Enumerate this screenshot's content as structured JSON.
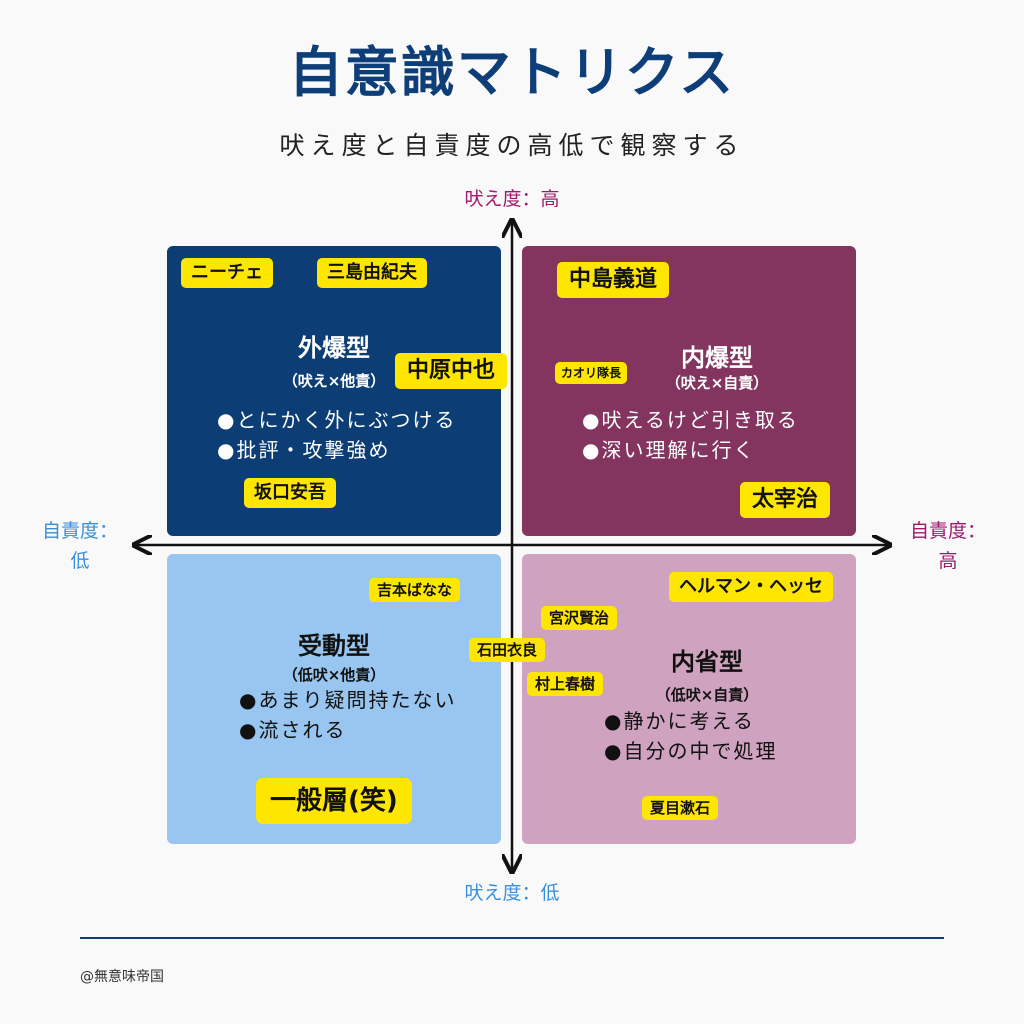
{
  "title": "自意識マトリクス",
  "subtitle": "吠え度と自責度の高低で観察する",
  "colors": {
    "title": "#0e3e78",
    "top_left": "#0c3d75",
    "top_right": "#833560",
    "bottom_left": "#98c6f0",
    "bottom_right": "#cfa2bf",
    "tag": "#ffe600",
    "axis_high": "#a0196c",
    "axis_low": "#3a8fdc"
  },
  "axes": {
    "top": "吠え度：高",
    "bottom": "吠え度：低",
    "left_line1": "自責度：",
    "left_line2": "低",
    "right_line1": "自責度：",
    "right_line2": "高"
  },
  "quadrants": {
    "top_left": {
      "title": "外爆型",
      "sub": "（吠え×他責）",
      "bullets": [
        "●とにかく外にぶつける",
        "●批評・攻撃強め"
      ]
    },
    "top_right": {
      "title": "内爆型",
      "sub": "（吠え×自責）",
      "bullets": [
        "●吠えるけど引き取る",
        "●深い理解に行く"
      ]
    },
    "bottom_left": {
      "title": "受動型",
      "sub": "（低吠×他責）",
      "bullets": [
        "●あまり疑問持たない",
        "●流される"
      ]
    },
    "bottom_right": {
      "title": "内省型",
      "sub": "（低吠×自責）",
      "bullets": [
        "●静かに考える",
        "●自分の中で処理"
      ]
    }
  },
  "tags": {
    "nietzsche": "ニーチェ",
    "mishima": "三島由紀夫",
    "nakahara": "中原中也",
    "sakaguchi": "坂口安吾",
    "nakajima": "中島義道",
    "kaori": "カオリ隊長",
    "dazai": "太宰治",
    "yoshimoto": "吉本ばなな",
    "ippan": "一般層(笑)",
    "hesse": "ヘルマン・ヘッセ",
    "miyazawa": "宮沢賢治",
    "ishida": "石田衣良",
    "murakami": "村上春樹",
    "natsume": "夏目漱石"
  },
  "credit": "@無意味帝国"
}
